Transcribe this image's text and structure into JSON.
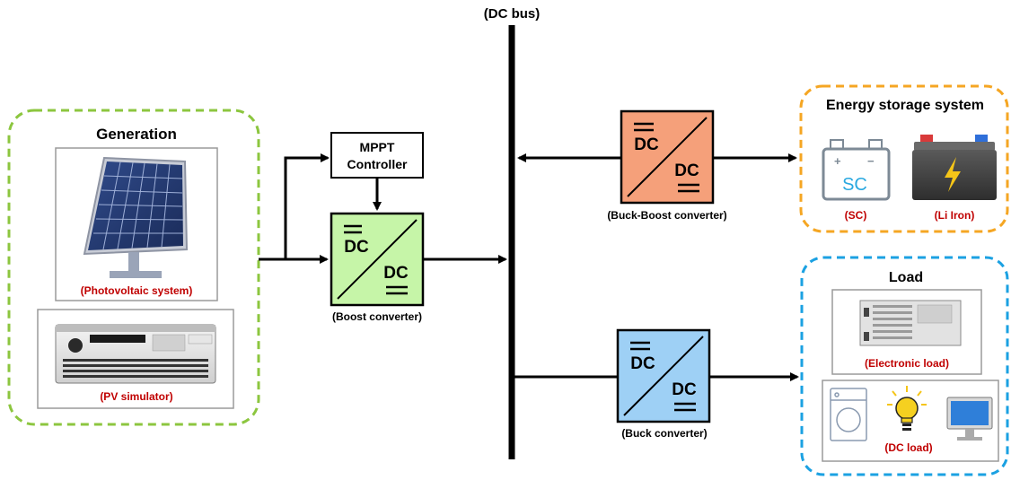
{
  "bus": {
    "label": "(DC bus)"
  },
  "generation": {
    "title": "Generation",
    "pv_label": "(Photovoltaic system)",
    "sim_label": "(PV simulator)"
  },
  "mppt": {
    "line1": "MPPT",
    "line2": "Controller"
  },
  "boost": {
    "label": "(Boost converter)",
    "in": "DC",
    "out": "DC"
  },
  "buckboost": {
    "label": "(Buck-Boost converter)",
    "in": "DC",
    "out": "DC"
  },
  "buck": {
    "label": "(Buck converter)",
    "in": "DC",
    "out": "DC"
  },
  "storage": {
    "title": "Energy storage system",
    "sc_text": "SC",
    "sc_label": "(SC)",
    "li_label": "(Li Iron)"
  },
  "load": {
    "title": "Load",
    "electronic_label": "(Electronic load)",
    "dc_label": "(DC load)"
  },
  "colors": {
    "generation_border": "#8cc63f",
    "storage_border": "#f5a623",
    "load_border": "#1ba1e2",
    "boost_fill": "#c6f5a8",
    "buckboost_fill": "#f5a07a",
    "buck_fill": "#9ed0f5",
    "caption_red": "#c00000"
  }
}
